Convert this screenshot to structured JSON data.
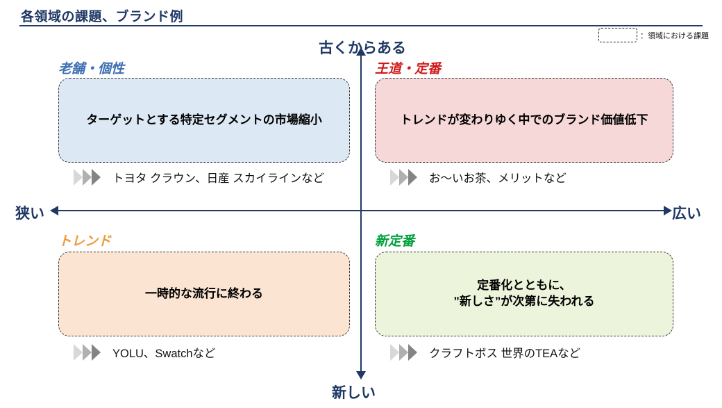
{
  "header": {
    "title": "各領域の課題、ブランド例"
  },
  "legend": {
    "icon": "dashed-box-icon",
    "label": "：領域における課題"
  },
  "axes": {
    "top_label": "古くからある",
    "bottom_label": "新しい",
    "left_label": "狭い",
    "right_label": "広い",
    "color": "#1F3864"
  },
  "quadrants": [
    {
      "id": "top-left",
      "title": "老舗・個性",
      "title_color": "#3C6FB4",
      "issue": "ターゲットとする特定セグメントの市場縮小",
      "box_color": "#DCE9F4",
      "brands": "トヨタ クラウン、日産 スカイラインなど",
      "bullet_icon": "triple-chevron-icon"
    },
    {
      "id": "top-right",
      "title": "王道・定番",
      "title_color": "#D01A1A",
      "issue": "トレンドが変わりゆく中でのブランド価値低下",
      "box_color": "#F6D8D8",
      "brands": "お〜いお茶、メリットなど",
      "bullet_icon": "triple-chevron-icon"
    },
    {
      "id": "bottom-left",
      "title": "トレンド",
      "title_color": "#ED9A3C",
      "issue": "一時的な流行に終わる",
      "box_color": "#FBE5D2",
      "brands": "YOLU、Swatchなど",
      "bullet_icon": "triple-chevron-icon"
    },
    {
      "id": "bottom-right",
      "title": "新定番",
      "title_color": "#00A03C",
      "issue_line1": "定番化とともに、",
      "issue_line2": "”新しさ”が次第に失われる",
      "box_color": "#EDF4DC",
      "brands": "クラフトボス 世界のTEAなど",
      "bullet_icon": "triple-chevron-icon"
    }
  ]
}
